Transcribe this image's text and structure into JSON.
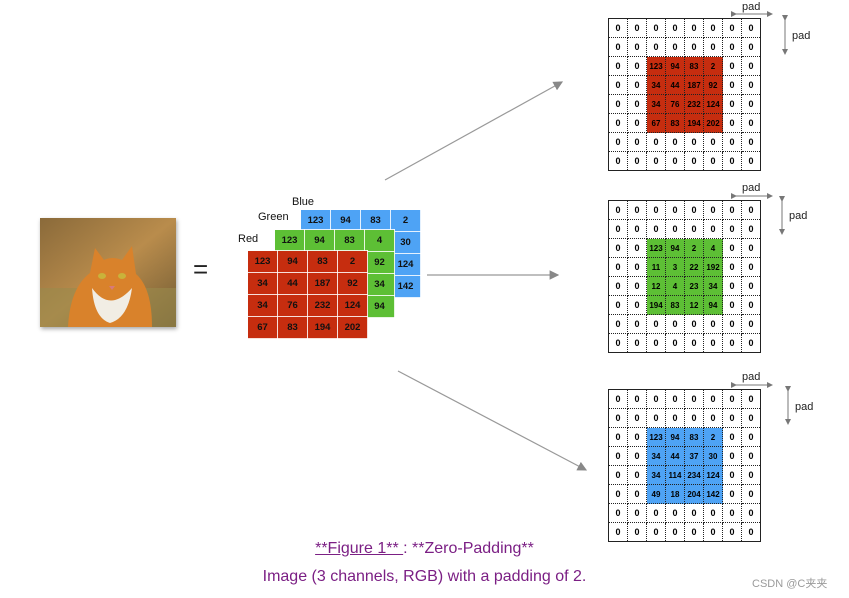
{
  "colors": {
    "red": "#c62d0f",
    "green": "#5dbf35",
    "blue": "#4ea3f5",
    "caption": "#7b1f84"
  },
  "equals_sign": "=",
  "channels": {
    "blue": {
      "label": "Blue",
      "rows": [
        [
          "123",
          "94",
          "83",
          "2"
        ],
        [
          "",
          "",
          "",
          "30"
        ],
        [
          "",
          "",
          "",
          "124"
        ],
        [
          "",
          "",
          "",
          "142"
        ]
      ]
    },
    "green": {
      "label": "Green",
      "rows": [
        [
          "123",
          "94",
          "83",
          "4"
        ],
        [
          "",
          "",
          "",
          "92"
        ],
        [
          "",
          "",
          "",
          "34"
        ],
        [
          "",
          "",
          "",
          "94"
        ]
      ]
    },
    "red": {
      "label": "Red",
      "rows": [
        [
          "123",
          "94",
          "83",
          "2"
        ],
        [
          "34",
          "44",
          "187",
          "92"
        ],
        [
          "34",
          "76",
          "232",
          "124"
        ],
        [
          "67",
          "83",
          "194",
          "202"
        ]
      ]
    }
  },
  "pad_label": "pad",
  "padded": [
    {
      "name": "red",
      "inner": [
        [
          "123",
          "94",
          "83",
          "2"
        ],
        [
          "34",
          "44",
          "187",
          "92"
        ],
        [
          "34",
          "76",
          "232",
          "124"
        ],
        [
          "67",
          "83",
          "194",
          "202"
        ]
      ]
    },
    {
      "name": "green",
      "inner": [
        [
          "123",
          "94",
          "2",
          "4"
        ],
        [
          "11",
          "3",
          "22",
          "192"
        ],
        [
          "12",
          "4",
          "23",
          "34"
        ],
        [
          "194",
          "83",
          "12",
          "94"
        ]
      ]
    },
    {
      "name": "blue",
      "inner": [
        [
          "123",
          "94",
          "83",
          "2"
        ],
        [
          "34",
          "44",
          "37",
          "30"
        ],
        [
          "34",
          "114",
          "234",
          "124"
        ],
        [
          "49",
          "18",
          "204",
          "142"
        ]
      ]
    }
  ],
  "caption": {
    "figure": "**Figure 1** ",
    "sep": ": ",
    "title": "**Zero-Padding**",
    "line2": "Image (3 channels, RGB) with a padding of 2."
  },
  "watermark": "CSDN @C夹夹"
}
